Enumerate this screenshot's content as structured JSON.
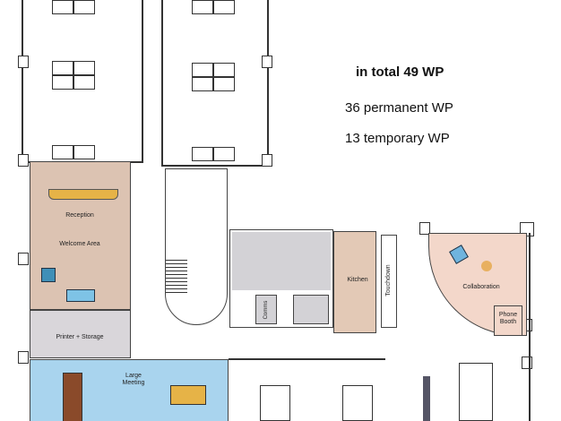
{
  "summary": {
    "total": "in total 49 WP",
    "permanent": "36 permanent WP",
    "temporary": "13 temporary WP"
  },
  "rooms": {
    "reception": "Reception",
    "welcome": "Welcome Area",
    "printer": "Printer + Storage",
    "meeting": "Large Meeting",
    "kitchen": "Kitchen",
    "touchdown": "Touchdown",
    "comms": "Comms",
    "collaboration": "Collaboration",
    "phone": "Phone Booth"
  },
  "colors": {
    "reception": "#dcc3b2",
    "printer": "#d9d6da",
    "meeting": "#a9d4ee",
    "toilets": "#d3d2d6",
    "kitchen": "#e3c9b6",
    "collaboration": "#f3d7ca"
  }
}
